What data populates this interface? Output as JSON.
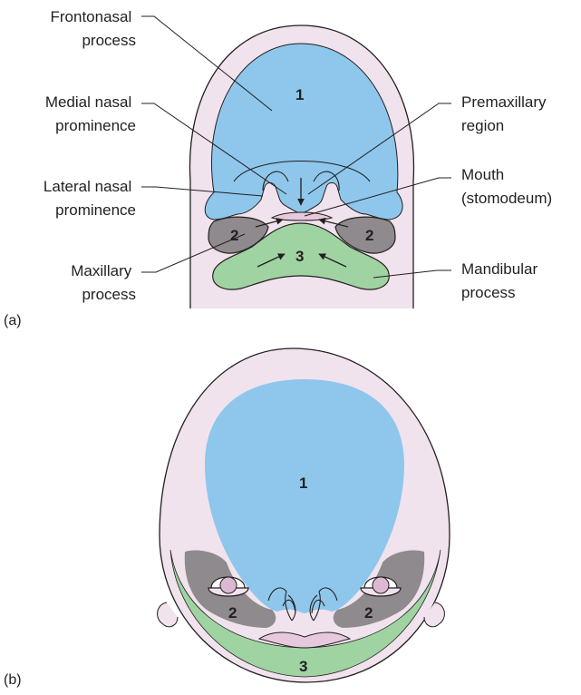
{
  "colors": {
    "skin": "#f1e3ee",
    "frontonasal": "#8ec7eb",
    "maxillary": "#8e8a8d",
    "mandibular": "#a0d3a2",
    "outline": "#231f20"
  },
  "panel_a": {
    "tag": "(a)",
    "labels": {
      "frontonasal": [
        "Frontonasal",
        "process"
      ],
      "medial_nasal": [
        "Medial nasal",
        "prominence"
      ],
      "lateral_nasal": [
        "Lateral nasal",
        "prominence"
      ],
      "maxillary": [
        "Maxillary",
        "process"
      ],
      "premaxillary": [
        "Premaxillary",
        "region"
      ],
      "mouth": [
        "Mouth",
        "(stomodeum)"
      ],
      "mandibular": [
        "Mandibular",
        "process"
      ]
    },
    "numbers": {
      "frontonasal": "1",
      "maxillary_left": "2",
      "maxillary_right": "2",
      "mandibular": "3"
    }
  },
  "panel_b": {
    "tag": "(b)",
    "numbers": {
      "frontonasal": "1",
      "maxillary_left": "2",
      "maxillary_right": "2",
      "mandibular": "3"
    }
  }
}
